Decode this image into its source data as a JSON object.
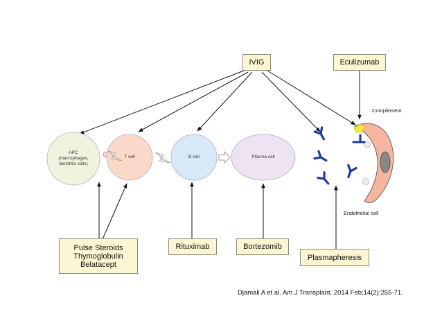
{
  "drugs": {
    "ivig": "IVIG",
    "eculizumab": "Eculizumab",
    "steroids": "Pulse Steroids\nThymoglobulin\nBelatacept",
    "rituximab": "Rituximab",
    "bortezomib": "Bortezomib",
    "plasmapheresis": "Plasmapheresis"
  },
  "cells": {
    "apc": "APC\n(macrophages,\ndendritic cells)",
    "tcell": "T cell",
    "bcell": "B cell",
    "plasma": "Plasma cell"
  },
  "labels": {
    "complement": "Complement",
    "endothelial": "Endothelial cell"
  },
  "citation": "Djamali A et al. Am J Transplant. 2014 Feb;14(2):255-71.",
  "colors": {
    "apc_fill": "#eef4de",
    "tcell_fill": "#fad9c8",
    "bcell_fill": "#d7e8f8",
    "plasma_fill": "#eee3f2",
    "antibody": "#1b3a9e",
    "complement": "#f5e73a",
    "endothelial": "#f6b59e",
    "drug_box": "#fdf6d2"
  }
}
